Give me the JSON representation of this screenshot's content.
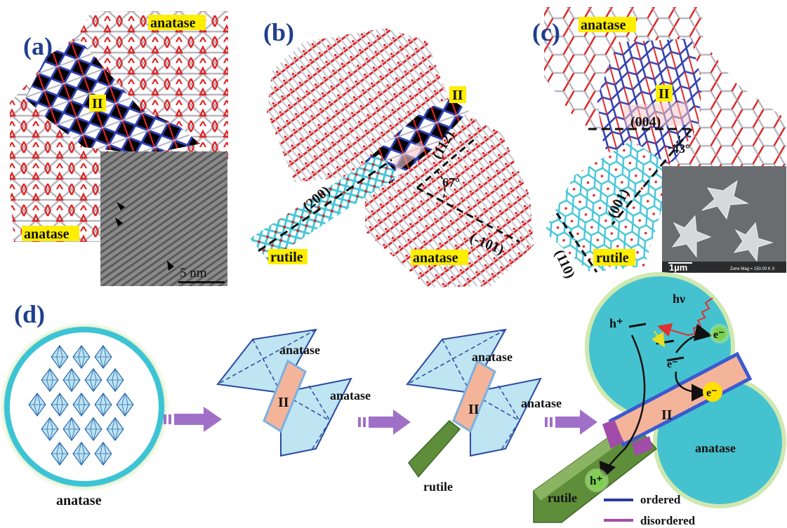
{
  "panels": {
    "a": {
      "letter": "(a)",
      "label_top": "anatase",
      "label_mid": "II",
      "label_bottom": "anatase",
      "scale_bar": "5 nm"
    },
    "b": {
      "letter": "(b)",
      "label_ii": "II",
      "plane_200": "(200)",
      "plane_112": "(112)",
      "plane_101": "(-101)",
      "angle": "67°",
      "label_rutile": "rutile",
      "label_anatase": "anatase"
    },
    "c": {
      "letter": "(c)",
      "label_anatase": "anatase",
      "label_ii": "II",
      "plane_004": "(004)",
      "plane_001": "(001)",
      "plane_110": "(110)",
      "angle": "43°",
      "label_rutile": "rutile",
      "scale_bar": "1µm",
      "sem_caption": "Zone Mag = 150.00 K X"
    },
    "d": {
      "letter": "(d)",
      "sphere_label": "anatase",
      "step2": {
        "anatase_top": "anatase",
        "anatase_right": "anatase",
        "interface": "II"
      },
      "step3": {
        "anatase_top": "anatase",
        "anatase_right": "anatase",
        "interface": "II",
        "rutile": "rutile"
      },
      "step4": {
        "hv": "hν",
        "hole_top": "h⁺",
        "electron_1": "e⁻",
        "electron_2": "e⁻",
        "electron_3": "e⁻",
        "interface": "II",
        "anatase": "anatase",
        "hole_bottom": "h⁺",
        "rutile": "rutile"
      },
      "legend": [
        {
          "label": "ordered",
          "color": "#2b3aa0"
        },
        {
          "label": "disordered",
          "color": "#a04ca8"
        }
      ]
    }
  },
  "colors": {
    "lattice_red": "#e02525",
    "lattice_grey": "#b8b8c2",
    "lattice_blue": "#3040b0",
    "rutile_cyan": "#48c6d8",
    "highlight_yellow": "#ffee00",
    "octahedron_fill": "#bfe4f2",
    "octahedron_edge": "#2a4aa0",
    "interface_orange": "#f4b49a",
    "arrow_purple": "#a070c8",
    "anatase_teal": "#45c2cf",
    "rutile_green": "#5e8e3a"
  }
}
